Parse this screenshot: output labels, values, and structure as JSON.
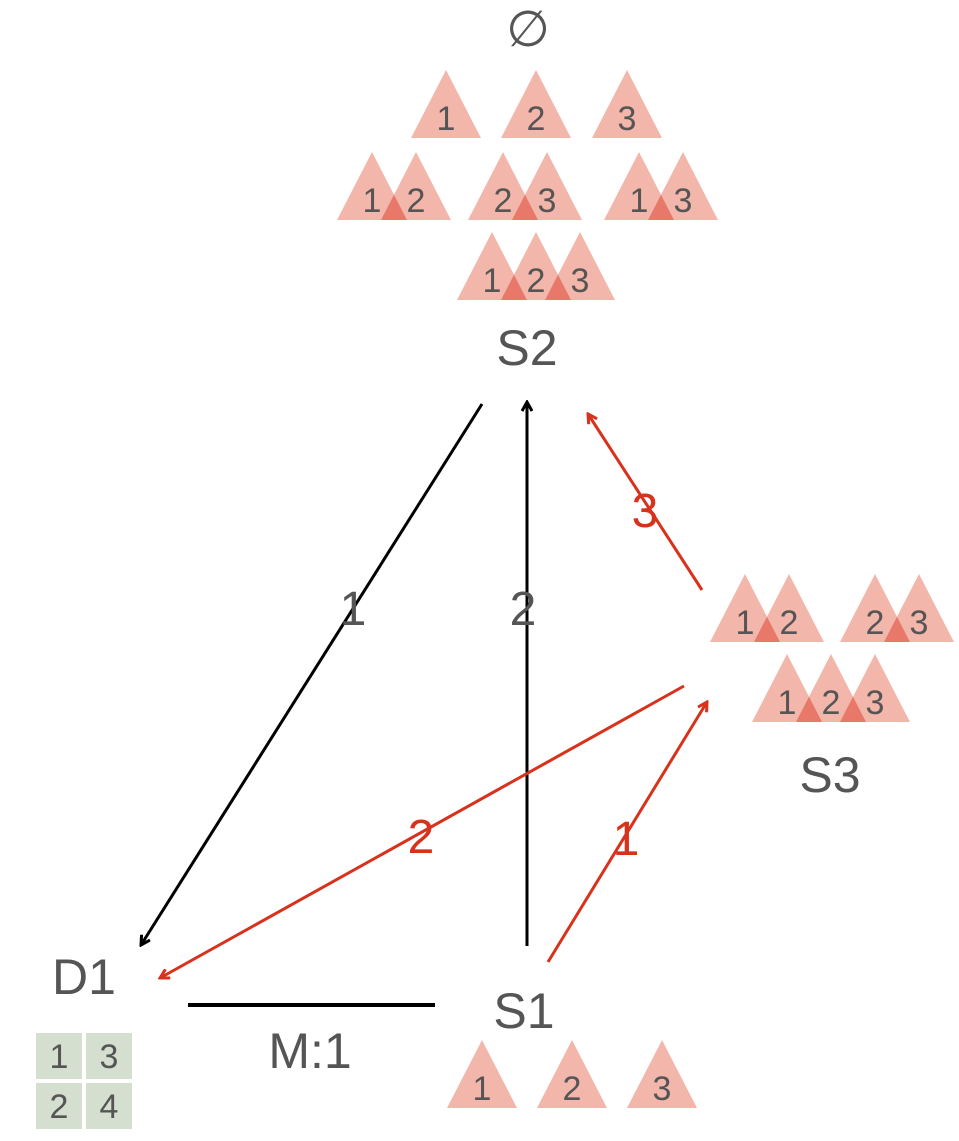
{
  "colors": {
    "triangle": "#f3b6ab",
    "triangle_overlap": "#e8786a",
    "black_edge": "#000000",
    "red_edge": "#d8321c",
    "node_text": "#555555",
    "grid_cell": "#d5dfcf"
  },
  "nodes": {
    "empty": {
      "label": "∅"
    },
    "s2": {
      "label": "S2"
    },
    "s3": {
      "label": "S3"
    },
    "s1": {
      "label": "S1"
    },
    "d1": {
      "label": "D1"
    }
  },
  "edges": {
    "s2_d1": {
      "label": "1"
    },
    "s1_s2": {
      "label": "2"
    },
    "s3_s2": {
      "label": "3"
    },
    "s3_d1": {
      "label": "2"
    },
    "s1_s3": {
      "label": "1"
    },
    "s1_d1": {
      "label": "M:1"
    }
  },
  "d1_grid": {
    "cells": [
      "1",
      "3",
      "2",
      "4"
    ]
  },
  "s2_groups": {
    "row1": [
      [
        "1"
      ],
      [
        "2"
      ],
      [
        "3"
      ]
    ],
    "row2": [
      [
        "1",
        "2"
      ],
      [
        "2",
        "3"
      ],
      [
        "1",
        "3"
      ]
    ],
    "row3": [
      [
        "1",
        "2",
        "3"
      ]
    ]
  },
  "s3_groups": {
    "row1": [
      [
        "1",
        "2"
      ],
      [
        "2",
        "3"
      ]
    ],
    "row2": [
      [
        "1",
        "2",
        "3"
      ]
    ]
  },
  "s1_groups": {
    "row1": [
      [
        "1"
      ],
      [
        "2"
      ],
      [
        "3"
      ]
    ]
  }
}
